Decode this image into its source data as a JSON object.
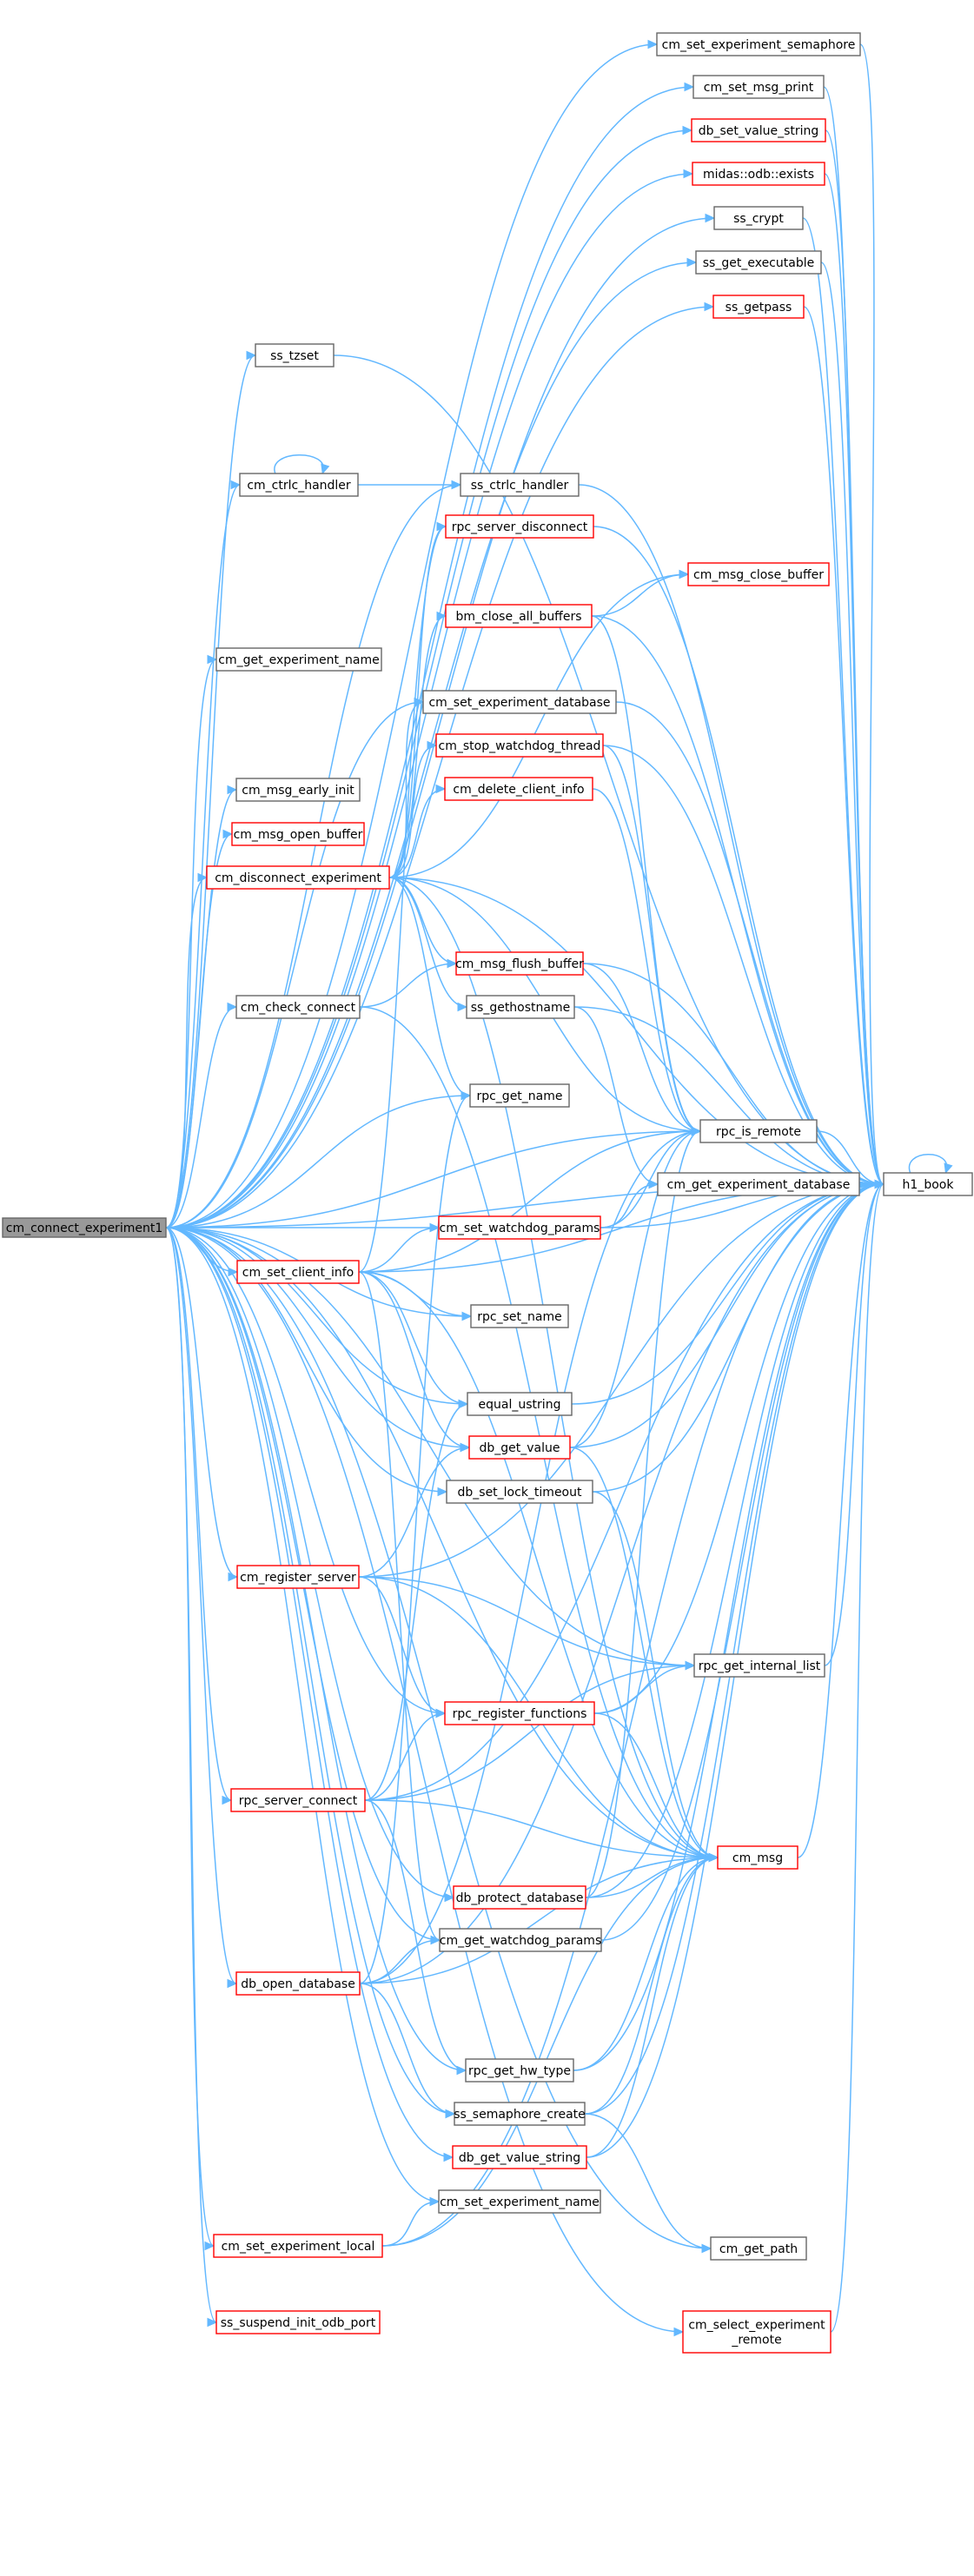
{
  "graph": {
    "edge_color": "#63b8ff",
    "node_border_color": "#666666",
    "node_highlight_color": "#ff0000",
    "root_fill_color": "#999999",
    "root": "cm_connect_experiment1",
    "nodes": [
      {
        "id": "root",
        "lines": [
          "cm_connect_experiment1"
        ],
        "style": "root"
      },
      {
        "id": "cm_set_experiment_semaphore",
        "lines": [
          "cm_set_experiment_semaphore"
        ],
        "style": "normal"
      },
      {
        "id": "cm_set_msg_print",
        "lines": [
          "cm_set_msg_print"
        ],
        "style": "normal"
      },
      {
        "id": "db_set_value_string",
        "lines": [
          "db_set_value_string"
        ],
        "style": "red"
      },
      {
        "id": "midas_odb_exists",
        "lines": [
          "midas::odb::exists"
        ],
        "style": "red"
      },
      {
        "id": "ss_crypt",
        "lines": [
          "ss_crypt"
        ],
        "style": "normal"
      },
      {
        "id": "ss_get_executable",
        "lines": [
          "ss_get_executable"
        ],
        "style": "normal"
      },
      {
        "id": "ss_getpass",
        "lines": [
          "ss_getpass"
        ],
        "style": "red"
      },
      {
        "id": "ss_tzset",
        "lines": [
          "ss_tzset"
        ],
        "style": "normal"
      },
      {
        "id": "cm_ctrlc_handler",
        "lines": [
          "cm_ctrlc_handler"
        ],
        "style": "normal"
      },
      {
        "id": "ss_ctrlc_handler",
        "lines": [
          "ss_ctrlc_handler"
        ],
        "style": "normal"
      },
      {
        "id": "rpc_server_disconnect",
        "lines": [
          "rpc_server_disconnect"
        ],
        "style": "red"
      },
      {
        "id": "cm_msg_close_buffer",
        "lines": [
          "cm_msg_close_buffer"
        ],
        "style": "red"
      },
      {
        "id": "bm_close_all_buffers",
        "lines": [
          "bm_close_all_buffers"
        ],
        "style": "red"
      },
      {
        "id": "cm_get_experiment_name",
        "lines": [
          "cm_get_experiment_name"
        ],
        "style": "normal"
      },
      {
        "id": "cm_set_experiment_database",
        "lines": [
          "cm_set_experiment_database"
        ],
        "style": "normal"
      },
      {
        "id": "cm_stop_watchdog_thread",
        "lines": [
          "cm_stop_watchdog_thread"
        ],
        "style": "red"
      },
      {
        "id": "cm_msg_early_init",
        "lines": [
          "cm_msg_early_init"
        ],
        "style": "normal"
      },
      {
        "id": "cm_delete_client_info",
        "lines": [
          "cm_delete_client_info"
        ],
        "style": "red"
      },
      {
        "id": "cm_msg_open_buffer",
        "lines": [
          "cm_msg_open_buffer"
        ],
        "style": "red"
      },
      {
        "id": "cm_disconnect_experiment",
        "lines": [
          "cm_disconnect_experiment"
        ],
        "style": "red"
      },
      {
        "id": "cm_msg_flush_buffer",
        "lines": [
          "cm_msg_flush_buffer"
        ],
        "style": "red"
      },
      {
        "id": "cm_check_connect",
        "lines": [
          "cm_check_connect"
        ],
        "style": "normal"
      },
      {
        "id": "ss_gethostname",
        "lines": [
          "ss_gethostname"
        ],
        "style": "normal"
      },
      {
        "id": "rpc_get_name",
        "lines": [
          "rpc_get_name"
        ],
        "style": "normal"
      },
      {
        "id": "rpc_is_remote",
        "lines": [
          "rpc_is_remote"
        ],
        "style": "normal"
      },
      {
        "id": "cm_get_experiment_database",
        "lines": [
          "cm_get_experiment_database"
        ],
        "style": "normal"
      },
      {
        "id": "h1_book",
        "lines": [
          "h1_book"
        ],
        "style": "normal"
      },
      {
        "id": "cm_set_watchdog_params",
        "lines": [
          "cm_set_watchdog_params"
        ],
        "style": "red"
      },
      {
        "id": "cm_set_client_info",
        "lines": [
          "cm_set_client_info"
        ],
        "style": "red"
      },
      {
        "id": "rpc_set_name",
        "lines": [
          "rpc_set_name"
        ],
        "style": "normal"
      },
      {
        "id": "equal_ustring",
        "lines": [
          "equal_ustring"
        ],
        "style": "normal"
      },
      {
        "id": "db_get_value",
        "lines": [
          "db_get_value"
        ],
        "style": "red"
      },
      {
        "id": "db_set_lock_timeout",
        "lines": [
          "db_set_lock_timeout"
        ],
        "style": "normal"
      },
      {
        "id": "cm_register_server",
        "lines": [
          "cm_register_server"
        ],
        "style": "red"
      },
      {
        "id": "rpc_get_internal_list",
        "lines": [
          "rpc_get_internal_list"
        ],
        "style": "normal"
      },
      {
        "id": "rpc_register_functions",
        "lines": [
          "rpc_register_functions"
        ],
        "style": "red"
      },
      {
        "id": "rpc_server_connect",
        "lines": [
          "rpc_server_connect"
        ],
        "style": "red"
      },
      {
        "id": "cm_msg",
        "lines": [
          "cm_msg"
        ],
        "style": "red"
      },
      {
        "id": "db_protect_database",
        "lines": [
          "db_protect_database"
        ],
        "style": "red"
      },
      {
        "id": "cm_get_watchdog_params",
        "lines": [
          "cm_get_watchdog_params"
        ],
        "style": "normal"
      },
      {
        "id": "db_open_database",
        "lines": [
          "db_open_database"
        ],
        "style": "red"
      },
      {
        "id": "rpc_get_hw_type",
        "lines": [
          "rpc_get_hw_type"
        ],
        "style": "normal"
      },
      {
        "id": "ss_semaphore_create",
        "lines": [
          "ss_semaphore_create"
        ],
        "style": "normal"
      },
      {
        "id": "db_get_value_string",
        "lines": [
          "db_get_value_string"
        ],
        "style": "red"
      },
      {
        "id": "cm_set_experiment_name",
        "lines": [
          "cm_set_experiment_name"
        ],
        "style": "normal"
      },
      {
        "id": "cm_set_experiment_local",
        "lines": [
          "cm_set_experiment_local"
        ],
        "style": "red"
      },
      {
        "id": "cm_get_path",
        "lines": [
          "cm_get_path"
        ],
        "style": "normal"
      },
      {
        "id": "ss_suspend_init_odb_port",
        "lines": [
          "ss_suspend_init_odb_port"
        ],
        "style": "red"
      },
      {
        "id": "cm_select_experiment_remote",
        "lines": [
          "cm_select_experiment",
          "_remote"
        ],
        "style": "red"
      }
    ],
    "edges": [
      [
        "root",
        "cm_set_experiment_semaphore"
      ],
      [
        "root",
        "cm_set_msg_print"
      ],
      [
        "root",
        "db_set_value_string"
      ],
      [
        "root",
        "midas_odb_exists"
      ],
      [
        "root",
        "ss_crypt"
      ],
      [
        "root",
        "ss_get_executable"
      ],
      [
        "root",
        "ss_getpass"
      ],
      [
        "root",
        "ss_tzset"
      ],
      [
        "root",
        "h1_book"
      ],
      [
        "root",
        "cm_ctrlc_handler"
      ],
      [
        "root",
        "ss_ctrlc_handler"
      ],
      [
        "root",
        "cm_get_experiment_name"
      ],
      [
        "root",
        "cm_set_experiment_database"
      ],
      [
        "root",
        "cm_msg_early_init"
      ],
      [
        "root",
        "cm_msg_open_buffer"
      ],
      [
        "root",
        "cm_disconnect_experiment"
      ],
      [
        "root",
        "cm_check_connect"
      ],
      [
        "root",
        "rpc_is_remote"
      ],
      [
        "root",
        "rpc_get_name"
      ],
      [
        "root",
        "cm_set_watchdog_params"
      ],
      [
        "root",
        "cm_set_client_info"
      ],
      [
        "root",
        "rpc_set_name"
      ],
      [
        "root",
        "equal_ustring"
      ],
      [
        "root",
        "db_get_value"
      ],
      [
        "root",
        "db_set_lock_timeout"
      ],
      [
        "root",
        "cm_register_server"
      ],
      [
        "root",
        "rpc_get_internal_list"
      ],
      [
        "root",
        "rpc_register_functions"
      ],
      [
        "root",
        "rpc_server_connect"
      ],
      [
        "root",
        "cm_msg"
      ],
      [
        "root",
        "db_protect_database"
      ],
      [
        "root",
        "cm_get_watchdog_params"
      ],
      [
        "root",
        "db_open_database"
      ],
      [
        "root",
        "rpc_get_hw_type"
      ],
      [
        "root",
        "ss_semaphore_create"
      ],
      [
        "root",
        "db_get_value_string"
      ],
      [
        "root",
        "cm_set_experiment_name"
      ],
      [
        "root",
        "cm_set_experiment_local"
      ],
      [
        "root",
        "cm_get_path"
      ],
      [
        "root",
        "ss_suspend_init_odb_port"
      ],
      [
        "root",
        "cm_select_experiment_remote"
      ],
      [
        "cm_set_experiment_semaphore",
        "h1_book"
      ],
      [
        "cm_set_msg_print",
        "h1_book"
      ],
      [
        "db_set_value_string",
        "h1_book"
      ],
      [
        "midas_odb_exists",
        "h1_book"
      ],
      [
        "ss_crypt",
        "h1_book"
      ],
      [
        "ss_get_executable",
        "h1_book"
      ],
      [
        "ss_getpass",
        "h1_book"
      ],
      [
        "ss_tzset",
        "h1_book"
      ],
      [
        "cm_ctrlc_handler",
        "cm_ctrlc_handler"
      ],
      [
        "cm_ctrlc_handler",
        "ss_ctrlc_handler"
      ],
      [
        "ss_ctrlc_handler",
        "h1_book"
      ],
      [
        "rpc_server_disconnect",
        "h1_book"
      ],
      [
        "bm_close_all_buffers",
        "cm_msg_close_buffer"
      ],
      [
        "bm_close_all_buffers",
        "rpc_is_remote"
      ],
      [
        "bm_close_all_buffers",
        "h1_book"
      ],
      [
        "cm_set_experiment_database",
        "h1_book"
      ],
      [
        "cm_stop_watchdog_thread",
        "rpc_is_remote"
      ],
      [
        "cm_stop_watchdog_thread",
        "h1_book"
      ],
      [
        "cm_delete_client_info",
        "rpc_is_remote"
      ],
      [
        "cm_disconnect_experiment",
        "rpc_server_disconnect"
      ],
      [
        "cm_disconnect_experiment",
        "cm_msg_close_buffer"
      ],
      [
        "cm_disconnect_experiment",
        "bm_close_all_buffers"
      ],
      [
        "cm_disconnect_experiment",
        "cm_set_experiment_database"
      ],
      [
        "cm_disconnect_experiment",
        "cm_stop_watchdog_thread"
      ],
      [
        "cm_disconnect_experiment",
        "cm_delete_client_info"
      ],
      [
        "cm_disconnect_experiment",
        "cm_msg_flush_buffer"
      ],
      [
        "cm_disconnect_experiment",
        "ss_gethostname"
      ],
      [
        "cm_disconnect_experiment",
        "rpc_get_name"
      ],
      [
        "cm_disconnect_experiment",
        "rpc_is_remote"
      ],
      [
        "cm_disconnect_experiment",
        "cm_msg"
      ],
      [
        "cm_disconnect_experiment",
        "h1_book"
      ],
      [
        "cm_msg_flush_buffer",
        "rpc_is_remote"
      ],
      [
        "cm_msg_flush_buffer",
        "h1_book"
      ],
      [
        "cm_check_connect",
        "cm_msg_flush_buffer"
      ],
      [
        "cm_check_connect",
        "cm_msg"
      ],
      [
        "ss_gethostname",
        "cm_get_experiment_database"
      ],
      [
        "ss_gethostname",
        "h1_book"
      ],
      [
        "rpc_is_remote",
        "h1_book"
      ],
      [
        "cm_get_experiment_database",
        "h1_book"
      ],
      [
        "h1_book",
        "h1_book"
      ],
      [
        "cm_set_watchdog_params",
        "rpc_is_remote"
      ],
      [
        "cm_set_watchdog_params",
        "cm_get_experiment_database"
      ],
      [
        "cm_set_watchdog_params",
        "h1_book"
      ],
      [
        "cm_set_client_info",
        "rpc_server_disconnect"
      ],
      [
        "cm_set_client_info",
        "cm_set_watchdog_params"
      ],
      [
        "cm_set_client_info",
        "rpc_is_remote"
      ],
      [
        "cm_set_client_info",
        "rpc_set_name"
      ],
      [
        "cm_set_client_info",
        "equal_ustring"
      ],
      [
        "cm_set_client_info",
        "db_get_value"
      ],
      [
        "cm_set_client_info",
        "cm_msg"
      ],
      [
        "cm_set_client_info",
        "cm_get_watchdog_params"
      ],
      [
        "cm_set_client_info",
        "h1_book"
      ],
      [
        "equal_ustring",
        "h1_book"
      ],
      [
        "db_get_value",
        "rpc_is_remote"
      ],
      [
        "db_get_value",
        "cm_msg"
      ],
      [
        "db_get_value",
        "h1_book"
      ],
      [
        "db_set_lock_timeout",
        "cm_msg"
      ],
      [
        "db_set_lock_timeout",
        "h1_book"
      ],
      [
        "cm_register_server",
        "db_get_value"
      ],
      [
        "cm_register_server",
        "rpc_register_functions"
      ],
      [
        "cm_register_server",
        "rpc_get_internal_list"
      ],
      [
        "cm_register_server",
        "cm_msg"
      ],
      [
        "cm_register_server",
        "h1_book"
      ],
      [
        "rpc_get_internal_list",
        "h1_book"
      ],
      [
        "rpc_register_functions",
        "rpc_get_internal_list"
      ],
      [
        "rpc_register_functions",
        "cm_msg"
      ],
      [
        "rpc_register_functions",
        "h1_book"
      ],
      [
        "rpc_server_connect",
        "equal_ustring"
      ],
      [
        "rpc_server_connect",
        "rpc_register_functions"
      ],
      [
        "rpc_server_connect",
        "rpc_get_hw_type"
      ],
      [
        "rpc_server_connect",
        "cm_msg"
      ],
      [
        "rpc_server_connect",
        "rpc_get_internal_list"
      ],
      [
        "rpc_server_connect",
        "h1_book"
      ],
      [
        "cm_msg",
        "h1_book"
      ],
      [
        "db_protect_database",
        "rpc_is_remote"
      ],
      [
        "db_protect_database",
        "cm_msg"
      ],
      [
        "db_protect_database",
        "h1_book"
      ],
      [
        "cm_get_watchdog_params",
        "h1_book"
      ],
      [
        "db_open_database",
        "rpc_get_name"
      ],
      [
        "db_open_database",
        "cm_get_watchdog_params"
      ],
      [
        "db_open_database",
        "ss_semaphore_create"
      ],
      [
        "db_open_database",
        "cm_msg"
      ],
      [
        "db_open_database",
        "rpc_is_remote"
      ],
      [
        "db_open_database",
        "h1_book"
      ],
      [
        "rpc_get_hw_type",
        "cm_msg"
      ],
      [
        "rpc_get_hw_type",
        "h1_book"
      ],
      [
        "ss_semaphore_create",
        "cm_get_path"
      ],
      [
        "ss_semaphore_create",
        "cm_msg"
      ],
      [
        "ss_semaphore_create",
        "h1_book"
      ],
      [
        "db_get_value_string",
        "cm_msg"
      ],
      [
        "db_get_value_string",
        "h1_book"
      ],
      [
        "cm_set_experiment_local",
        "cm_set_experiment_name"
      ],
      [
        "cm_set_experiment_local",
        "cm_msg"
      ],
      [
        "cm_set_experiment_local",
        "h1_book"
      ],
      [
        "cm_select_experiment_remote",
        "h1_book"
      ]
    ]
  }
}
